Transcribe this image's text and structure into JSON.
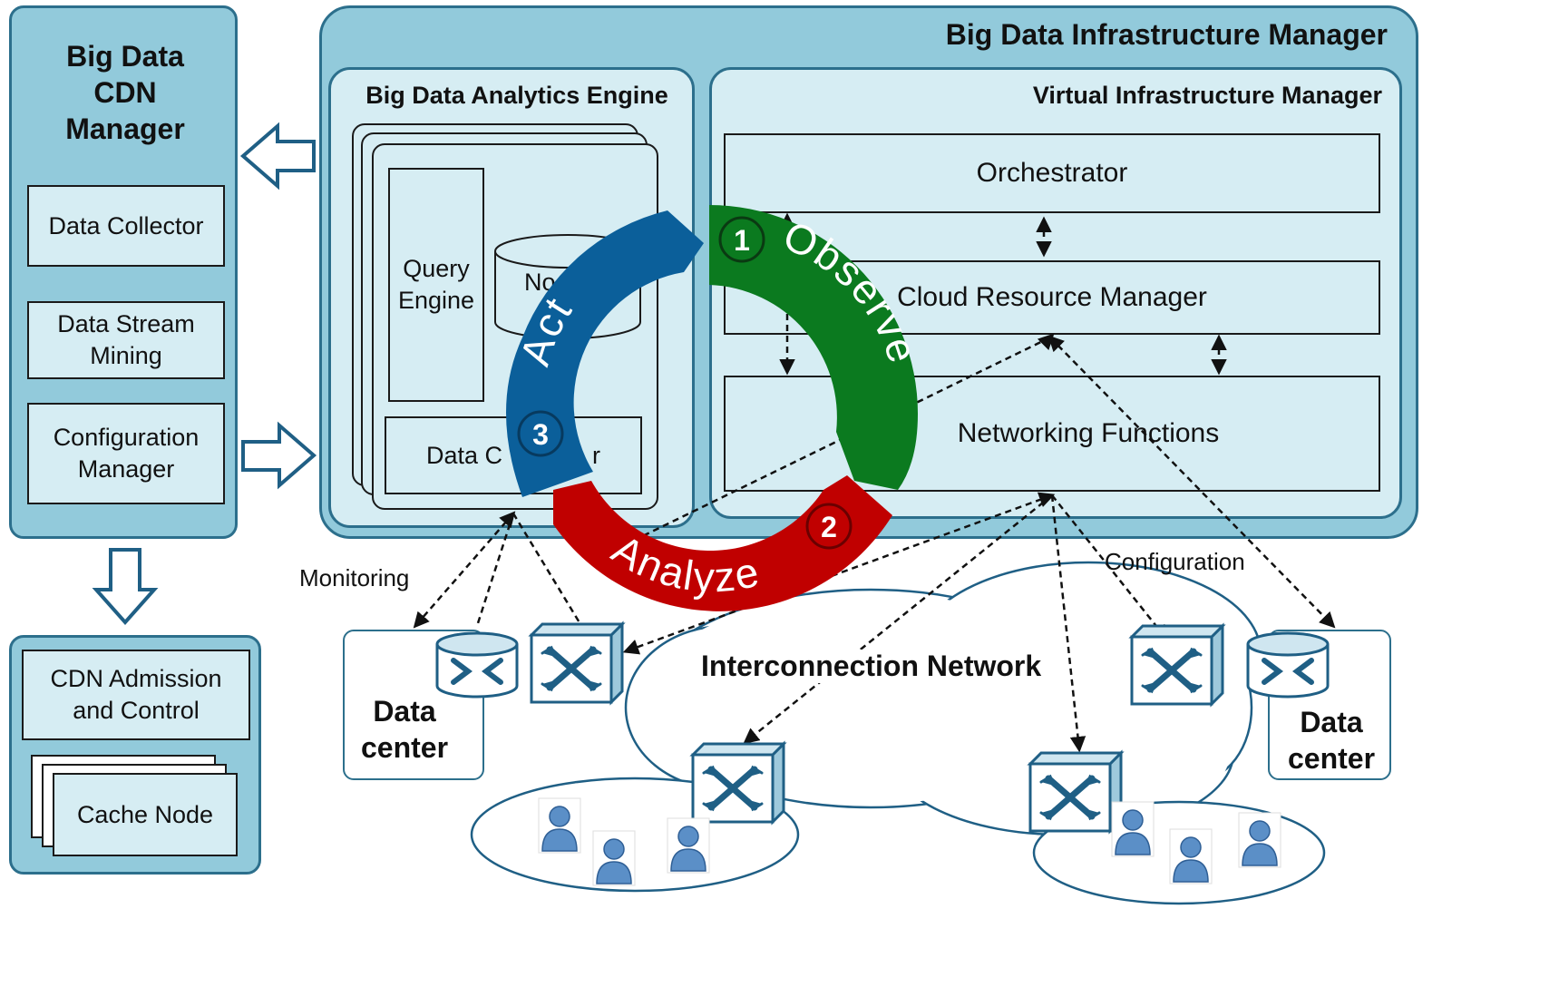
{
  "cdn_manager": {
    "title": "Big Data CDN Manager",
    "modules": [
      "Data Collector",
      "Data Stream Mining",
      "Configuration Manager"
    ]
  },
  "cdn_nodes": {
    "admission": "CDN Admission and Control",
    "cache": "Cache Node"
  },
  "infrastructure": {
    "title": "Big Data Infrastructure Manager",
    "analytics_engine": {
      "title": "Big Data Analytics  Engine",
      "query_engine": "Query Engine",
      "store_partial": "No",
      "collector_left": "Data C",
      "collector_right": "r"
    },
    "vim": {
      "title": "Virtual Infrastructure Manager",
      "orchestrator": "Orchestrator",
      "cloud_resource": "Cloud Resource Manager",
      "networking": "Networking Functions"
    }
  },
  "loop": {
    "observe": {
      "label": "Observe",
      "number": "1",
      "color": "#0b7a1f"
    },
    "analyze": {
      "label": "Analyze",
      "number": "2",
      "color": "#c00000"
    },
    "act": {
      "label": "Act",
      "number": "3",
      "color": "#0b5f9a"
    }
  },
  "network": {
    "monitoring": "Monitoring",
    "configuration": "Configuration",
    "interconnection": "Interconnection Network",
    "datacenter_left": "Data center",
    "datacenter_right": "Data center"
  },
  "icons": [
    "router-icon",
    "switch-icon",
    "user-icon",
    "hollow-arrow-icon"
  ]
}
